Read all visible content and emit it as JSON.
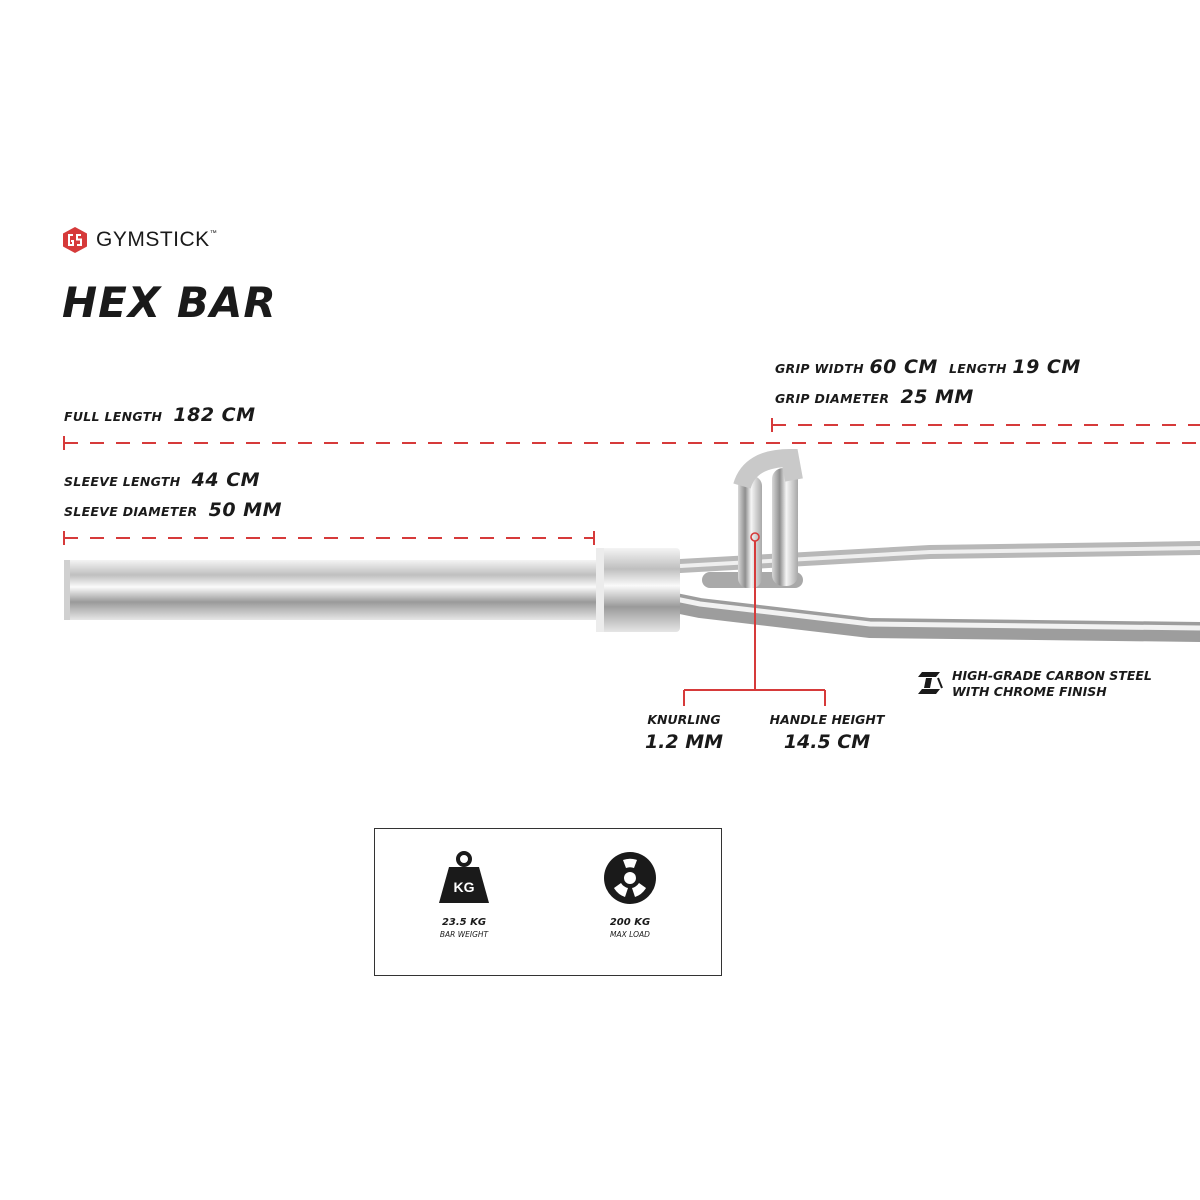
{
  "brand": {
    "name": "GYMSTICK",
    "trademark": "™",
    "logo_icon": "gymstick-logo-icon",
    "accent_color": "#d63a3a"
  },
  "title": "HEX BAR",
  "specs": {
    "full_length": {
      "label": "FULL LENGTH",
      "value": "182 CM"
    },
    "sleeve_length": {
      "label": "SLEEVE LENGTH",
      "value": "44 CM"
    },
    "sleeve_diameter": {
      "label": "SLEEVE DIAMETER",
      "value": "50 MM"
    },
    "grip_width": {
      "label": "GRIP WIDTH",
      "value": "60 CM"
    },
    "grip_length": {
      "label": "LENGTH",
      "value": "19 CM"
    },
    "grip_diameter": {
      "label": "GRIP DIAMETER",
      "value": "25 MM"
    },
    "knurling": {
      "label": "KNURLING",
      "value": "1.2 MM"
    },
    "handle_height": {
      "label": "HANDLE HEIGHT",
      "value": "14.5 CM"
    }
  },
  "material": {
    "line1": "HIGH-GRADE CARBON STEEL",
    "line2": "WITH CHROME FINISH",
    "icon": "steel-beam-icon"
  },
  "info": {
    "bar_weight": {
      "value": "23.5 KG",
      "label": "BAR WEIGHT",
      "icon": "kettle-weight-icon",
      "icon_text": "KG"
    },
    "max_load": {
      "value": "200 KG",
      "label": "MAX LOAD",
      "icon": "weight-plate-icon"
    }
  },
  "colors": {
    "dash_line": "#d63a3a",
    "text": "#1a1a1a"
  }
}
